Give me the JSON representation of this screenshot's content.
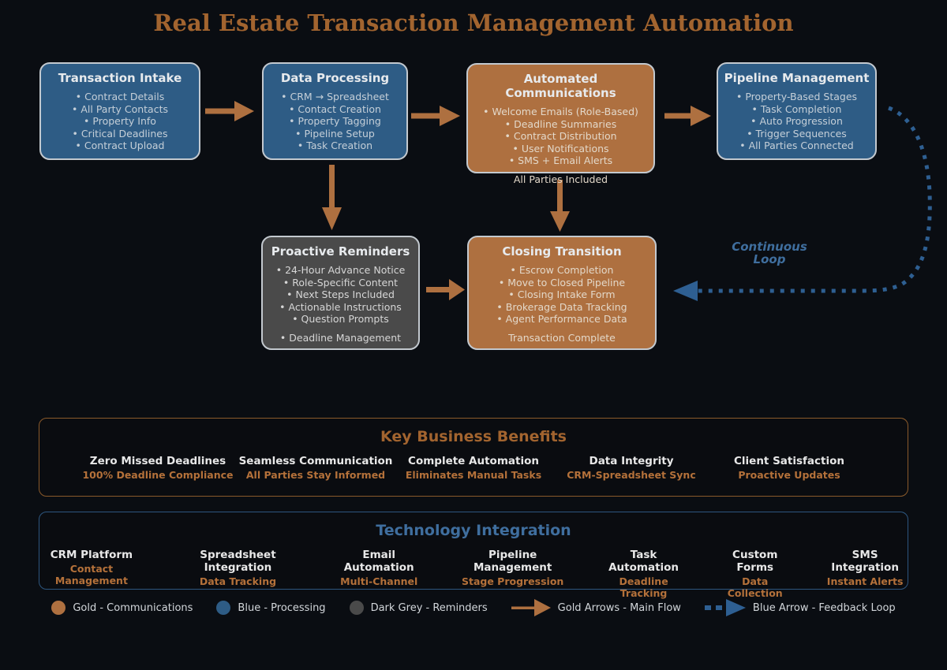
{
  "title": "Real Estate Transaction Management Automation",
  "nodes": {
    "intake": {
      "title": "Transaction Intake",
      "items": [
        "Contract Details",
        "All Party Contacts",
        "Property Info",
        "Critical Deadlines",
        "Contract Upload"
      ]
    },
    "processing": {
      "title": "Data Processing",
      "items": [
        "CRM → Spreadsheet",
        "Contact Creation",
        "Property Tagging",
        "Pipeline Setup",
        "Task Creation"
      ]
    },
    "communications": {
      "title": "Automated Communications",
      "items": [
        "Welcome Emails (Role-Based)",
        "Deadline Summaries",
        "Contract Distribution",
        "User Notifications",
        "SMS + Email Alerts"
      ],
      "footer": "All Parties Included"
    },
    "pipeline": {
      "title": "Pipeline Management",
      "items": [
        "Property-Based Stages",
        "Task Completion",
        "Auto Progression",
        "Trigger Sequences",
        "All Parties Connected"
      ]
    },
    "reminders": {
      "title": "Proactive Reminders",
      "items": [
        "24-Hour Advance Notice",
        "Role-Specific Content",
        "Next Steps Included",
        "Actionable Instructions",
        "Question Prompts"
      ],
      "footer": "Deadline Management"
    },
    "closing": {
      "title": "Closing Transition",
      "items": [
        "Escrow Completion",
        "Move to Closed Pipeline",
        "Closing Intake Form",
        "Brokerage Data Tracking",
        "Agent Performance Data"
      ],
      "footer": "Transaction Complete"
    }
  },
  "loop_label": {
    "line1": "Continuous",
    "line2": "Loop"
  },
  "benefits": {
    "title": "Key Business Benefits",
    "items": [
      {
        "title": "Zero Missed Deadlines",
        "sub": "100% Deadline Compliance"
      },
      {
        "title": "Seamless Communication",
        "sub": "All Parties Stay Informed"
      },
      {
        "title": "Complete Automation",
        "sub": "Eliminates Manual Tasks"
      },
      {
        "title": "Data Integrity",
        "sub": "CRM-Spreadsheet Sync"
      },
      {
        "title": "Client Satisfaction",
        "sub": "Proactive Updates"
      }
    ]
  },
  "technology": {
    "title": "Technology Integration",
    "items": [
      {
        "title": "CRM Platform",
        "sub": "Contact Management"
      },
      {
        "title": "Spreadsheet Integration",
        "sub": "Data Tracking"
      },
      {
        "title": "Email Automation",
        "sub": "Multi-Channel"
      },
      {
        "title": "Pipeline Management",
        "sub": "Stage Progression"
      },
      {
        "title": "Task Automation",
        "sub": "Deadline Tracking"
      },
      {
        "title": "Custom Forms",
        "sub": "Data Collection"
      },
      {
        "title": "SMS Integration",
        "sub": "Instant Alerts"
      }
    ]
  },
  "legend": {
    "items": [
      {
        "label": "Gold - Communications"
      },
      {
        "label": "Blue - Processing"
      },
      {
        "label": "Dark Grey - Reminders"
      },
      {
        "label": "Gold Arrows - Main Flow"
      },
      {
        "label": "Blue Arrow - Feedback Loop"
      }
    ]
  },
  "colors": {
    "background": "#0a0d12",
    "gold": "#ae7040",
    "blue": "#2e5c85",
    "dark_grey": "#4a4a4a",
    "brown_accent": "#a2642f",
    "blue_accent": "#3f6e9e",
    "node_border": "#c3c9cf"
  }
}
